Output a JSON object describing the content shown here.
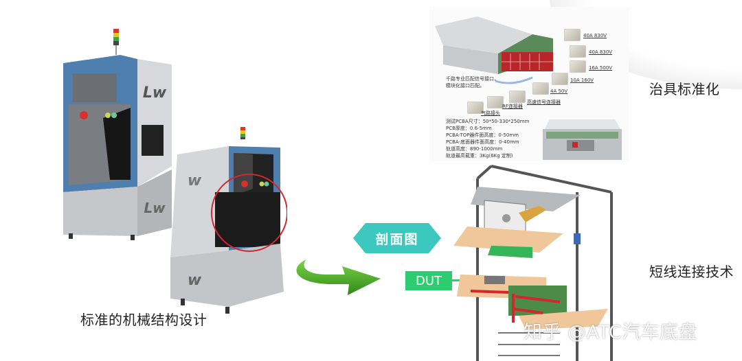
{
  "captions": {
    "mechanical": "标准的机械结构设计",
    "fixture": "治具标准化",
    "short_wire": "短线连接技术"
  },
  "badges": {
    "section_view": "剖面图",
    "dut": "DUT"
  },
  "fixture_image": {
    "connectors": [
      {
        "label": "40A 830V"
      },
      {
        "label": "40A 830V"
      },
      {
        "label": "16A 500V"
      },
      {
        "label": "10A 160V"
      },
      {
        "label": "4A 50V"
      },
      {
        "label": "高速信号连接器"
      },
      {
        "label": "RF连接器"
      },
      {
        "label": "气路接头"
      }
    ],
    "note_lines": [
      "千路专业匹配信号接口，",
      "模块化接口匹配。"
    ],
    "specs": [
      "测试PCBA尺寸：50*50-330*250mm",
      "PCB厚度：0.6-5mm",
      "PCBA-TOP器件面高度：0-50mm",
      "PCBA-底面器件面高度：0-40mm",
      "轨道高度：890-1000mm",
      "轨道最高载重：3Kg(6Kg 定制)"
    ]
  },
  "watermark": "知乎 @ATC汽车底盘",
  "colors": {
    "teal_badge": "#3cc8be",
    "dut_green": "#2ecc71",
    "arrow_green": "#3da81f",
    "machine_blue": "#4f7fae",
    "highlight_red": "#d0282e"
  }
}
